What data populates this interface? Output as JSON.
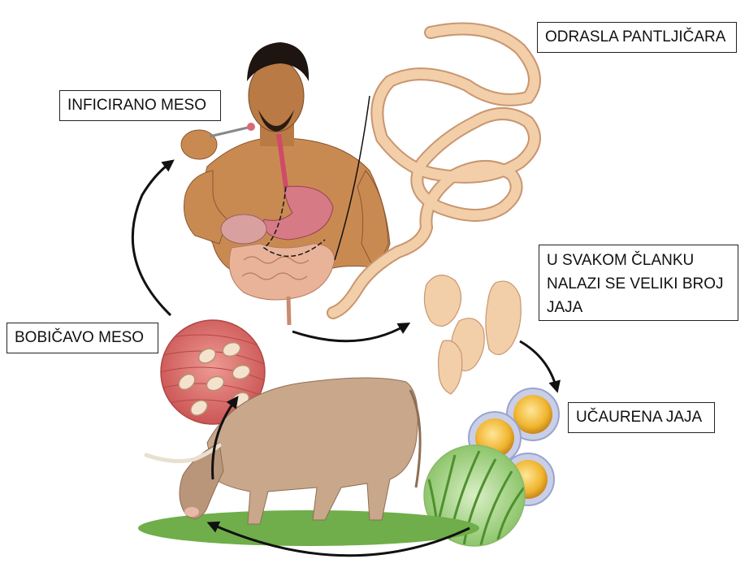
{
  "labels": {
    "infected_meat": "INFICIRANO MESO",
    "adult_tapeworm": "ODRASLA PANTLJIČARA",
    "segment_lines": [
      "U SVAKOM ČLANKU",
      "NALAZI SE VELIKI BROJ",
      "JAJA"
    ],
    "cyst_meat": "BOBIČAVO MESO",
    "encysted_eggs": "UČAURENA JAJA"
  },
  "colors": {
    "skin": "#c98a52",
    "skin_dark": "#8a5630",
    "worm": "#f2cfa8",
    "worm_edge": "#c99670",
    "muscle": "#d9706e",
    "cow": "#c9a78a",
    "grass": "#6fae4a",
    "egg_yellow": "#f0b52e",
    "egg_ring": "#aab4dc",
    "arrow": "#111111"
  }
}
